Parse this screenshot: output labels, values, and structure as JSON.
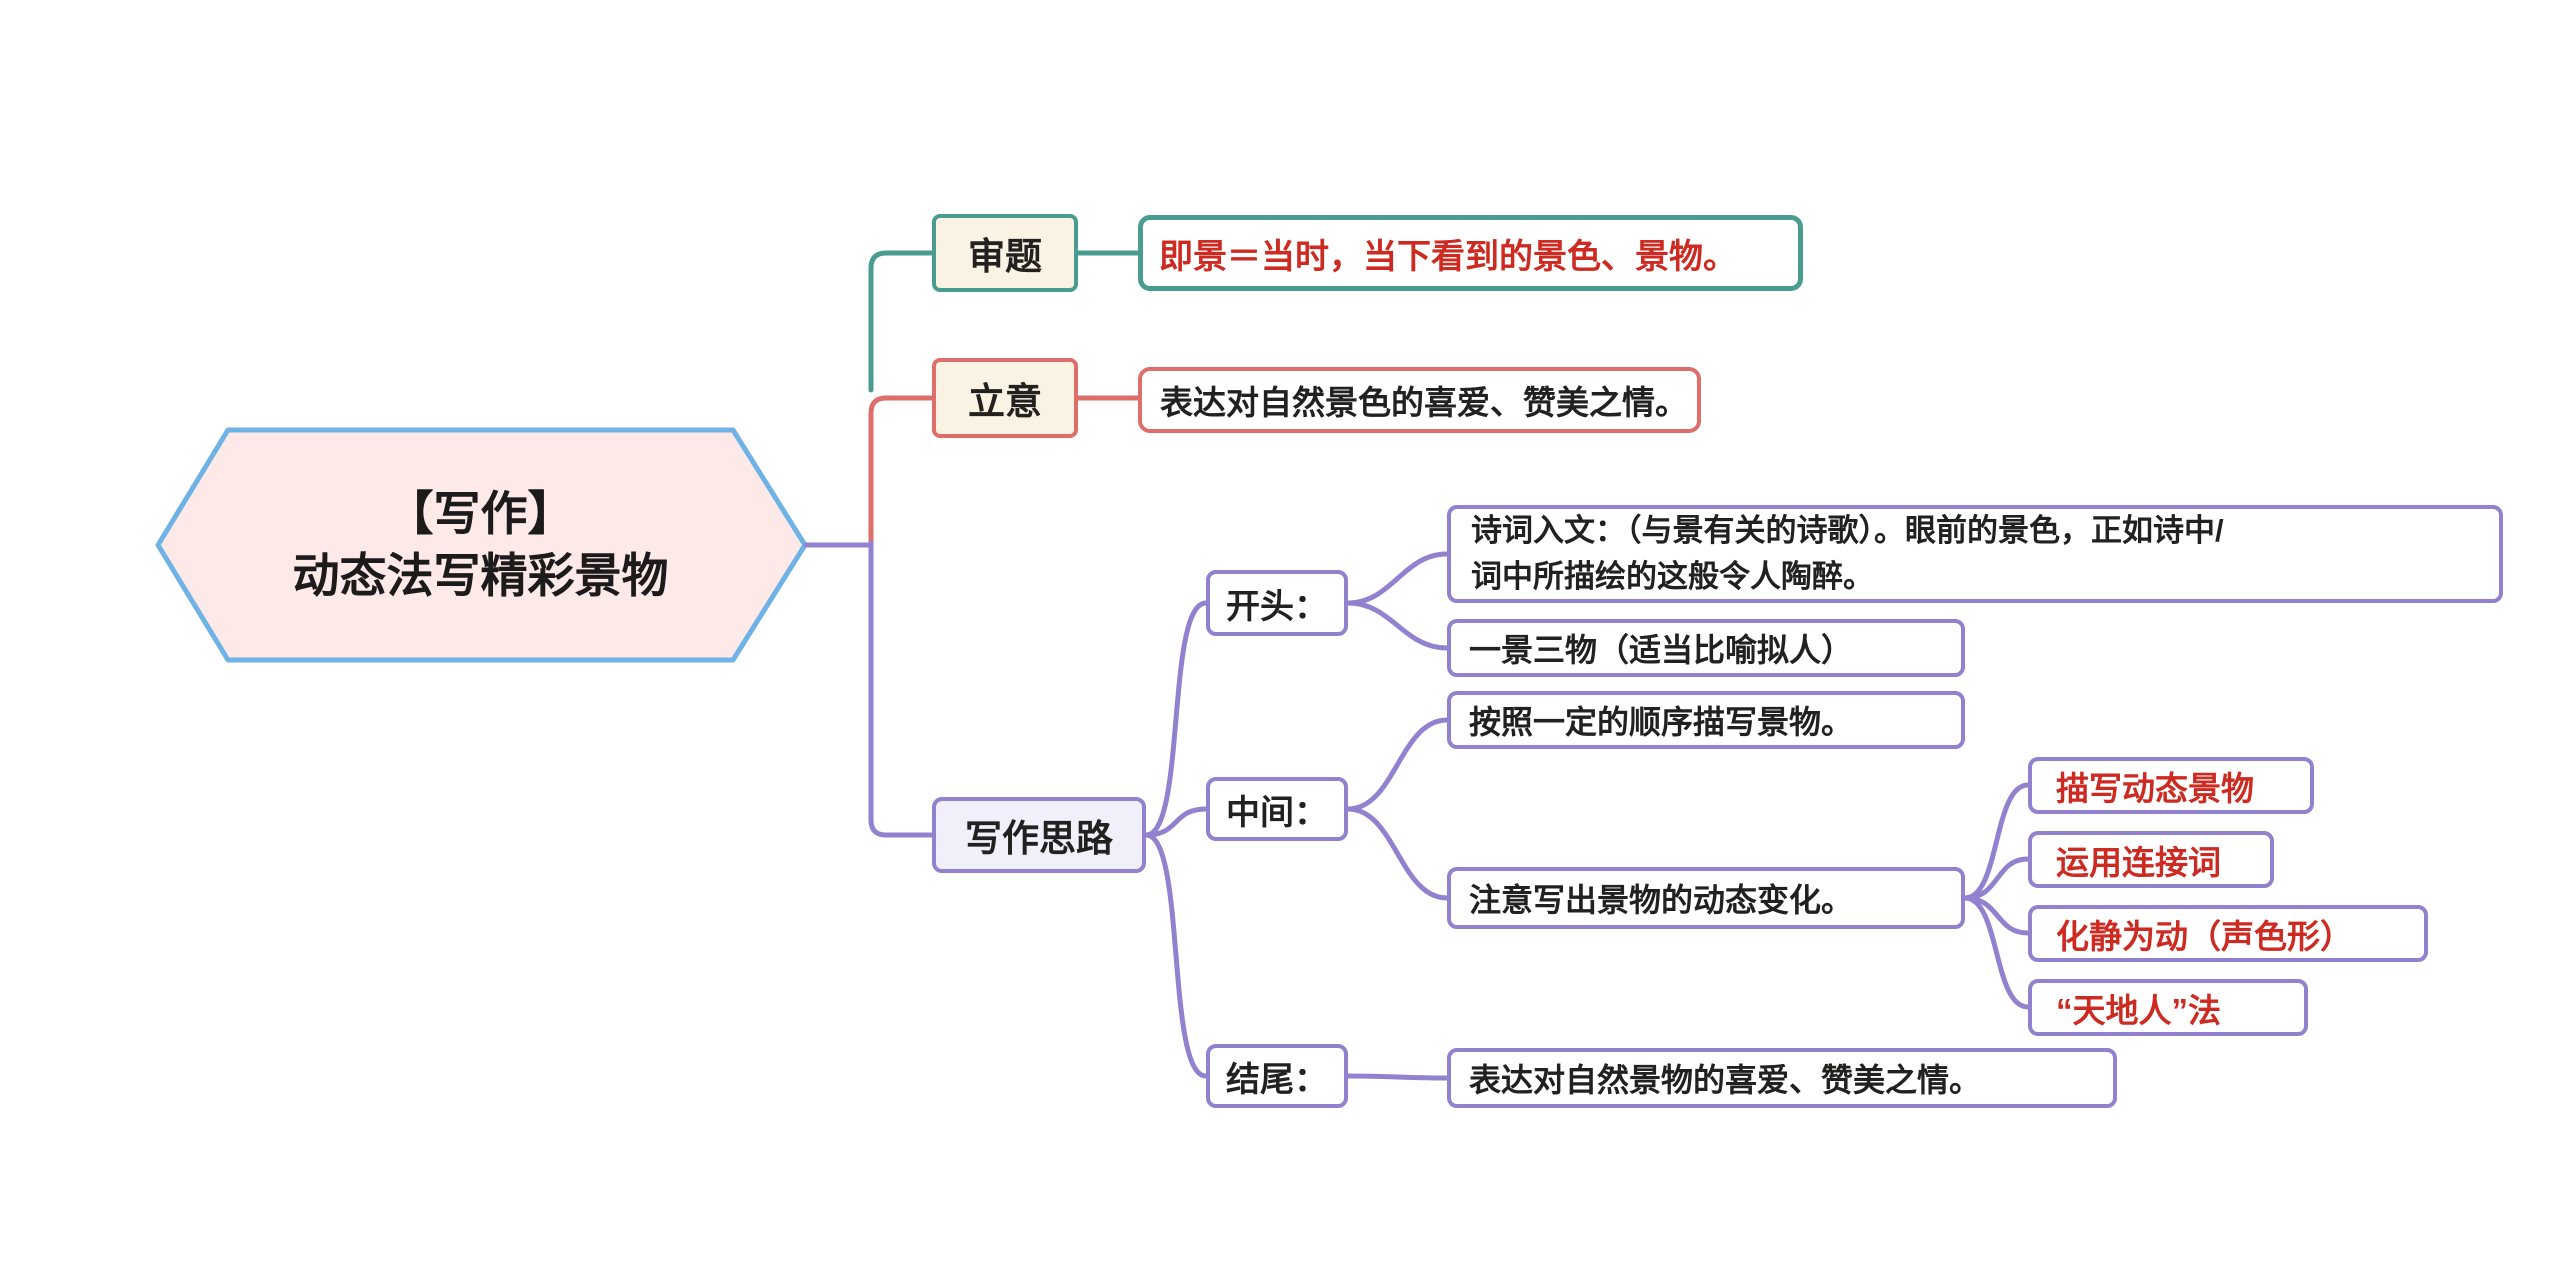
{
  "colors": {
    "teal": "#4a9b90",
    "red": "#de6e6a",
    "purple": "#9181cf",
    "root_border": "#6fb2e5",
    "root_fill": "#fdeae8",
    "topic_fill": "#faf3e3",
    "silu_fill": "#f0effa",
    "red_text": "#cd2a22",
    "black_text": "#232020",
    "canvas_bg": "#ffffff"
  },
  "root": {
    "line1": "【写作】",
    "line2": "动态法写精彩景物"
  },
  "branches": {
    "shenti": {
      "label": "审题",
      "note": "即景＝当时，当下看到的景色、景物。"
    },
    "liyi": {
      "label": "立意",
      "note": "表达对自然景色的喜爱、赞美之情。"
    },
    "silu": {
      "label": "写作思路",
      "kaitou": {
        "label": "开头：",
        "poem_line1": "诗词入文：（与景有关的诗歌）。眼前的景色，正如诗中/",
        "poem_line2": "词中所描绘的这般令人陶醉。",
        "scene": "一景三物（适当比喻拟人）"
      },
      "zhongjian": {
        "label": "中间：",
        "order": "按照一定的顺序描写景物。",
        "dynamic": "注意写出景物的动态变化。",
        "leaves": [
          "描写动态景物",
          "运用连接词",
          "化静为动（声色形）",
          "“天地人”法"
        ]
      },
      "jiewei": {
        "label": "结尾：",
        "note": "表达对自然景物的喜爱、赞美之情。"
      }
    }
  }
}
